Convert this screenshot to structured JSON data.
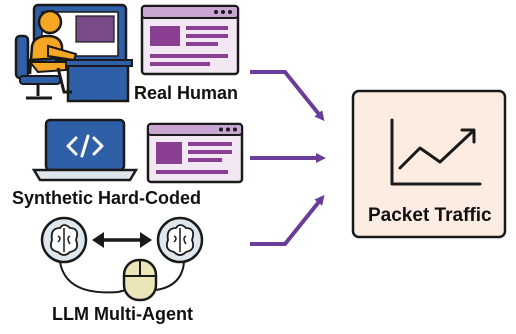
{
  "labels": {
    "real_human": "Real Human",
    "synthetic": "Synthetic Hard-Coded",
    "llm": "LLM Multi-Agent",
    "packet_traffic": "Packet Traffic"
  },
  "colors": {
    "outline": "#1a1a1a",
    "human_orange": "#f5a623",
    "screen_blue": "#2f5fa7",
    "browser_panel": "#f2e8f3",
    "browser_accent": "#8a3f93",
    "arrow_purple": "#6a3d9a",
    "traffic_box_fill": "#fdece2",
    "mouse_fill": "#ece5b8",
    "brain_fill": "#dfe7ee"
  },
  "icons": [
    "person-icon",
    "desk-icon",
    "chair-icon",
    "browser-window-icon",
    "laptop-icon",
    "code-icon",
    "brain-icon",
    "double-arrow-icon",
    "mouse-icon",
    "line-chart-icon",
    "arrow-icon"
  ]
}
